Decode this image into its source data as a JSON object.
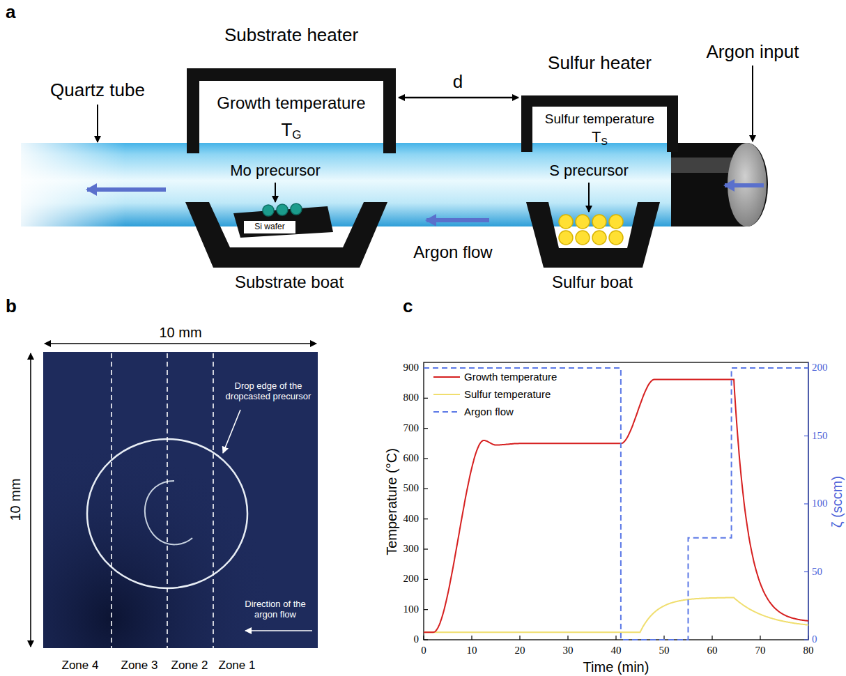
{
  "diagram": {
    "nodes": [
      {
        "text": [
          "Substrate heater",
          "Growth temperature",
          "T",
          "G"
        ]
      },
      {
        "text": [
          "Sulfur heater",
          "Sulfur temperature",
          "T",
          "S"
        ]
      }
    ],
    "labels": [
      "a",
      "Quartz tube",
      "Argon input",
      "d",
      "Mo precursor",
      "Si wafer",
      "S precursor",
      "Argon flow",
      "Substrate boat",
      "Sulfur boat",
      "b",
      "10 mm",
      "10 mm",
      "Drop edge of the dropcasted precursor",
      "Direction of the argon flow",
      "Zone 4",
      "Zone 3",
      "Zone 2",
      "Zone 1",
      "c",
      "0",
      "100",
      "200",
      "300",
      "400",
      "500",
      "600",
      "700",
      "800",
      "900",
      "0",
      "10",
      "20",
      "30",
      "40",
      "50",
      "60",
      "70",
      "80",
      "0",
      "50",
      "100",
      "150",
      "200",
      "Temperature (°C)",
      "Time (min)",
      "ζ (sccm)"
    ],
    "legend": [
      {
        "text": "Growth temperature"
      },
      {
        "text": "Sulfur temperature"
      },
      {
        "text": "Argon flow"
      }
    ]
  }
}
